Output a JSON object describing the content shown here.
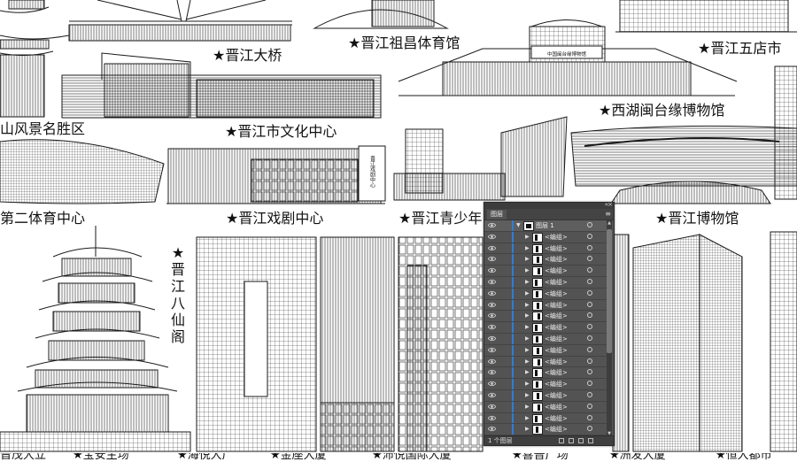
{
  "labels": {
    "jinjiang_bridge": "★晋江大桥",
    "zuchang_gym": "★晋江祖昌体育馆",
    "wudian_city": "★晋江五店市",
    "scenic_area": "山风景名胜区",
    "culture_center": "★晋江市文化中心",
    "minnan_museum": "★西湖闽台缘博物馆",
    "second_gym": "第二体育中心",
    "theater_center": "★晋江戏剧中心",
    "youth_center": "★晋江青少年",
    "jinjiang_museum": "★晋江博物馆",
    "baxian_pavilion": "★晋江八仙阁",
    "theater_sign": "晋江戏剧中心",
    "minnan_sign": "中国闽台缘博物馆"
  },
  "footer_items": [
    "晋茂大立",
    "★宝安主场",
    "★海悦大广",
    "★金座大厦",
    "★沛悦国际大厦",
    "★喜普广场",
    "★洲发大厦",
    "★恒大都市"
  ],
  "layers_panel": {
    "tab_label": "图层",
    "top_layer_name": "图层 1",
    "rows_label": "<编组>",
    "row_count": 19,
    "layer_count_label": "1 个图层",
    "collapse_glyph": "«",
    "close_glyph": "×",
    "menu_glyph": "≡"
  },
  "colors": {
    "panel_bg": "#535353",
    "selection_stripe": "#2f7dd6",
    "line_art": "#1a1a1a"
  }
}
